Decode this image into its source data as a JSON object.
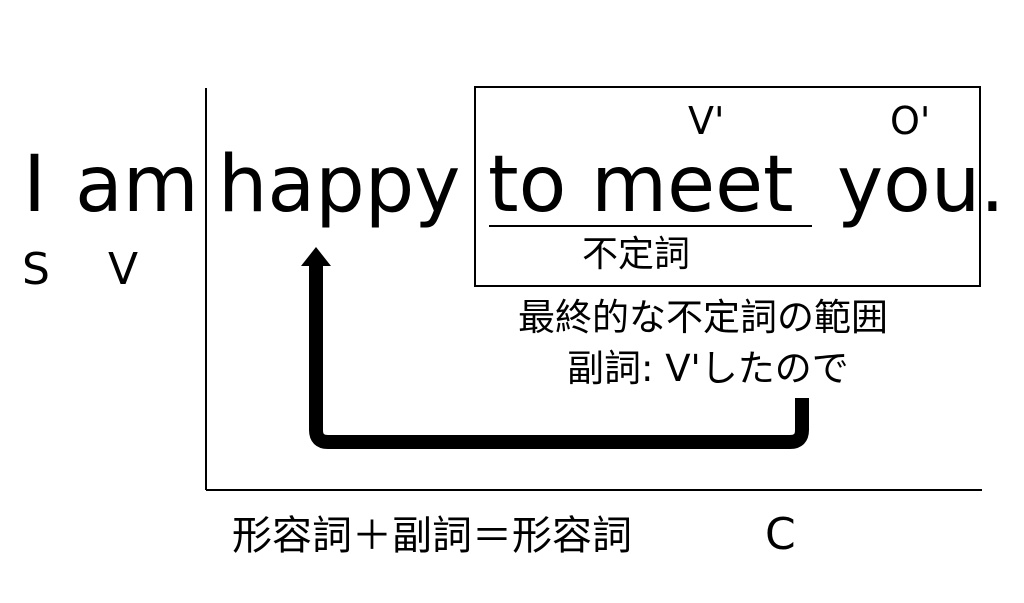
{
  "sentence": {
    "subject": "I",
    "verb": "am",
    "complement": "happy",
    "infinitive": "to meet",
    "object": "you",
    "period": "."
  },
  "roles": {
    "subject": "S",
    "verb": "V",
    "infinitive_verb": "V'",
    "infinitive_object": "O'",
    "complement": "C"
  },
  "labels": {
    "infinitive": "不定詞",
    "scope_note": "最終的な不定詞の範囲",
    "adverb_note": "副詞:  V'したので",
    "formula": "形容詞＋副詞＝形容詞"
  }
}
